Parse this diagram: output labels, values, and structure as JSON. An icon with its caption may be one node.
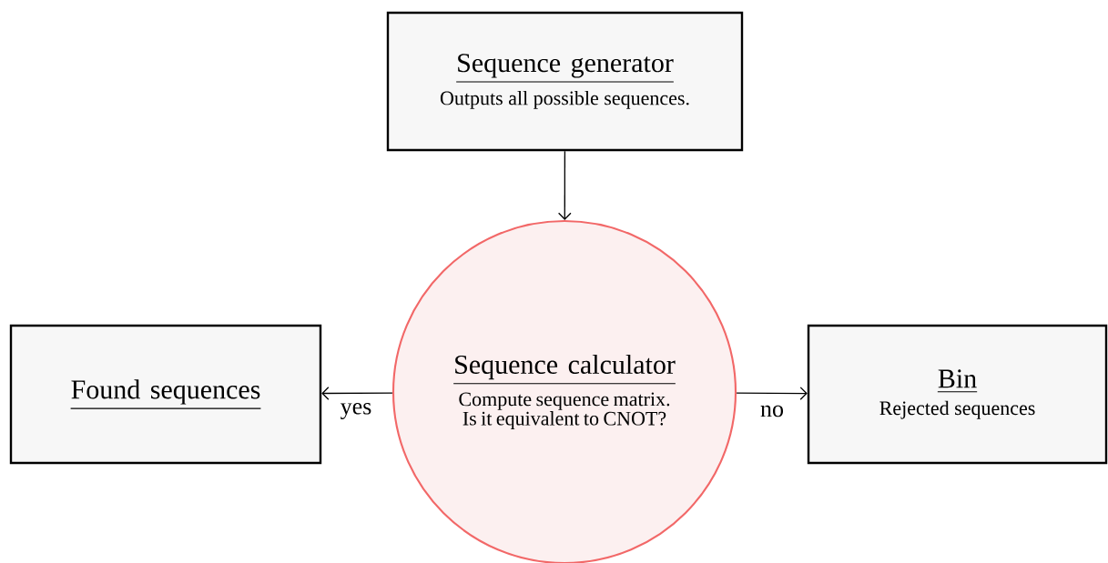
{
  "diagram": {
    "nodes": [
      {
        "text": [
          "Sequence generator",
          "Outputs all possible sequences."
        ]
      },
      {
        "text": [
          "Sequence calculator",
          "Compute sequence matrix. Is it equivalent to CNOT?"
        ]
      },
      {
        "text": [
          "Found sequences"
        ]
      },
      {
        "text": [
          "Bin",
          "Rejected sequences"
        ]
      }
    ],
    "edges": [
      {
        "from": 0,
        "to": 1,
        "arrow": "to"
      },
      {
        "from": 1,
        "to": 2,
        "arrow": "to",
        "label": "yes"
      },
      {
        "from": 1,
        "to": 3,
        "arrow": "to",
        "label": "no"
      }
    ]
  }
}
